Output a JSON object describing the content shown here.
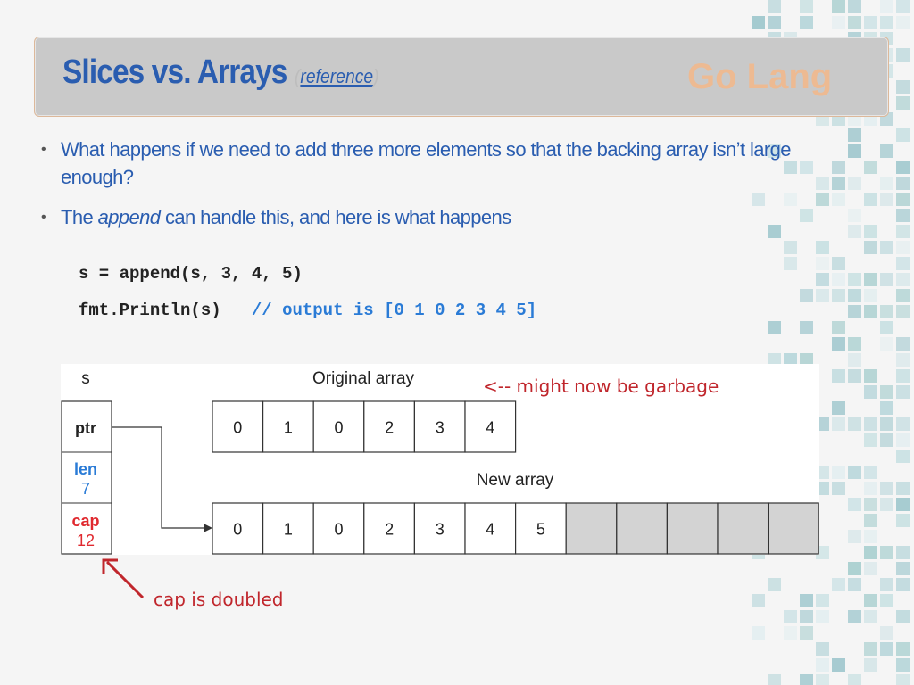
{
  "slide": {
    "title": "Slices vs. Arrays",
    "title_ref_open": "(",
    "title_ref": "reference",
    "title_ref_close": ")",
    "brand": "Go Lang"
  },
  "bullets": [
    {
      "text": "What happens if we need to add three more elements so that the backing array isn’t large enough?"
    },
    {
      "prefix": "The ",
      "emph": "append",
      "suffix": " can handle this, and here is what happens"
    }
  ],
  "code": {
    "line1": "s = append(s, 3, 4, 5)",
    "line2": "fmt.Println(s)",
    "line2_comment": "// output is [0 1 0 2 3 4 5]"
  },
  "diagram": {
    "slice_label": "s",
    "original_label": "Original array",
    "new_label": "New array",
    "ptr_label": "ptr",
    "len_label": "len",
    "len_value": "7",
    "cap_label": "cap",
    "cap_value": "12",
    "original_cells": [
      "0",
      "1",
      "0",
      "2",
      "3",
      "4"
    ],
    "new_cells": [
      "0",
      "1",
      "0",
      "2",
      "3",
      "4",
      "5",
      "",
      "",
      "",
      "",
      ""
    ],
    "len_color": "#2a7bd6",
    "cap_color": "#e0292f",
    "empty_cell_color": "#d3d3d3"
  },
  "annotations": {
    "garbage": "<-- might now be garbage",
    "doubled": "cap is doubled",
    "arrow_color": "#c0262c"
  }
}
